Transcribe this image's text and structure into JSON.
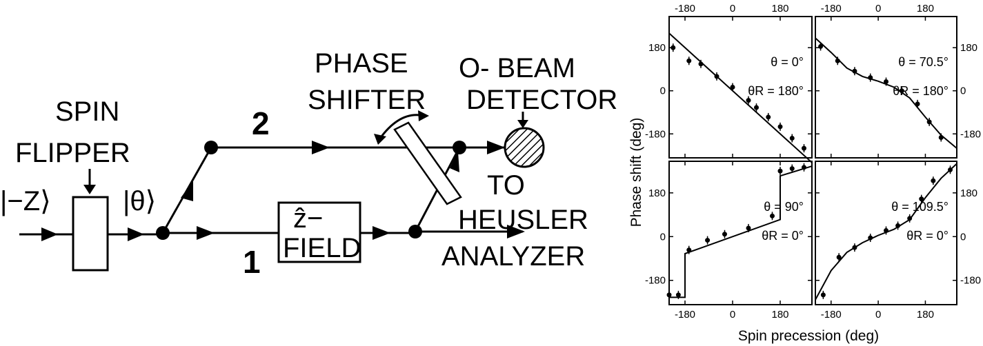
{
  "diagram": {
    "spin_flipper_1": "SPIN",
    "spin_flipper_2": "FLIPPER",
    "input_state": "|−Z⟩",
    "theta_state": "|θ⟩",
    "path_2": "2",
    "path_1": "1",
    "zfield_1": "ẑ−",
    "zfield_2": "FIELD",
    "phase_shifter_1": "PHASE",
    "phase_shifter_2": "SHIFTER",
    "detector_1": "O- BEAM",
    "detector_2": "DETECTOR",
    "to_heusler_1": "TO",
    "to_heusler_2": "HEUSLER",
    "to_heusler_3": "ANALYZER"
  },
  "chart_data": {
    "type": "scatter",
    "xlabel": "Spin precession (deg)",
    "ylabel": "Phase shift (deg)",
    "x_ticks": [
      "-180",
      "0",
      "180"
    ],
    "y_ticks": [
      "180",
      "0",
      "-180"
    ],
    "xlim": [
      -240,
      300
    ],
    "ylim": [
      -280,
      310
    ],
    "panels": [
      {
        "label_theta": "θ = 0°",
        "label_theta_r": "θR = 180°",
        "points": [
          [
            -225,
            180
          ],
          [
            -165,
            125
          ],
          [
            -120,
            112
          ],
          [
            -60,
            60
          ],
          [
            0,
            15
          ],
          [
            60,
            -40
          ],
          [
            90,
            -70
          ],
          [
            135,
            -110
          ],
          [
            180,
            -150
          ],
          [
            225,
            -198
          ],
          [
            270,
            -240
          ]
        ],
        "curve": [
          [
            -240,
            240
          ],
          [
            300,
            -300
          ]
        ]
      },
      {
        "label_theta": "θ = 70.5°",
        "label_theta_r": "θR = 180°",
        "points": [
          [
            -220,
            185
          ],
          [
            -155,
            125
          ],
          [
            -90,
            82
          ],
          [
            -30,
            55
          ],
          [
            30,
            38
          ],
          [
            90,
            0
          ],
          [
            150,
            -55
          ],
          [
            195,
            -130
          ],
          [
            240,
            -195
          ]
        ],
        "curve": [
          [
            -240,
            220
          ],
          [
            -180,
            160
          ],
          [
            -120,
            95
          ],
          [
            -60,
            60
          ],
          [
            0,
            40
          ],
          [
            60,
            15
          ],
          [
            120,
            -30
          ],
          [
            180,
            -110
          ],
          [
            240,
            -185
          ],
          [
            300,
            -240
          ]
        ]
      },
      {
        "label_theta": "θ = 90°",
        "label_theta_r": "θR = 0°",
        "points": [
          [
            -240,
            -240
          ],
          [
            -205,
            -240
          ],
          [
            -165,
            -55
          ],
          [
            -95,
            -15
          ],
          [
            -30,
            10
          ],
          [
            60,
            35
          ],
          [
            150,
            85
          ],
          [
            180,
            270
          ],
          [
            225,
            280
          ],
          [
            270,
            285
          ]
        ],
        "curve": [
          [
            -240,
            -250
          ],
          [
            -180,
            -250
          ],
          [
            -180,
            -70
          ],
          [
            180,
            70
          ],
          [
            180,
            250
          ],
          [
            300,
            290
          ]
        ]
      },
      {
        "label_theta": "θ = 109.5°",
        "label_theta_r": "θR = 0°",
        "points": [
          [
            -210,
            -240
          ],
          [
            -150,
            -85
          ],
          [
            -90,
            -45
          ],
          [
            -30,
            -5
          ],
          [
            30,
            25
          ],
          [
            75,
            45
          ],
          [
            120,
            75
          ],
          [
            165,
            155
          ],
          [
            210,
            230
          ],
          [
            275,
            275
          ]
        ],
        "curve": [
          [
            -240,
            -260
          ],
          [
            -180,
            -140
          ],
          [
            -120,
            -65
          ],
          [
            -60,
            -25
          ],
          [
            0,
            5
          ],
          [
            60,
            30
          ],
          [
            120,
            70
          ],
          [
            180,
            160
          ],
          [
            240,
            240
          ],
          [
            300,
            300
          ]
        ]
      }
    ]
  }
}
